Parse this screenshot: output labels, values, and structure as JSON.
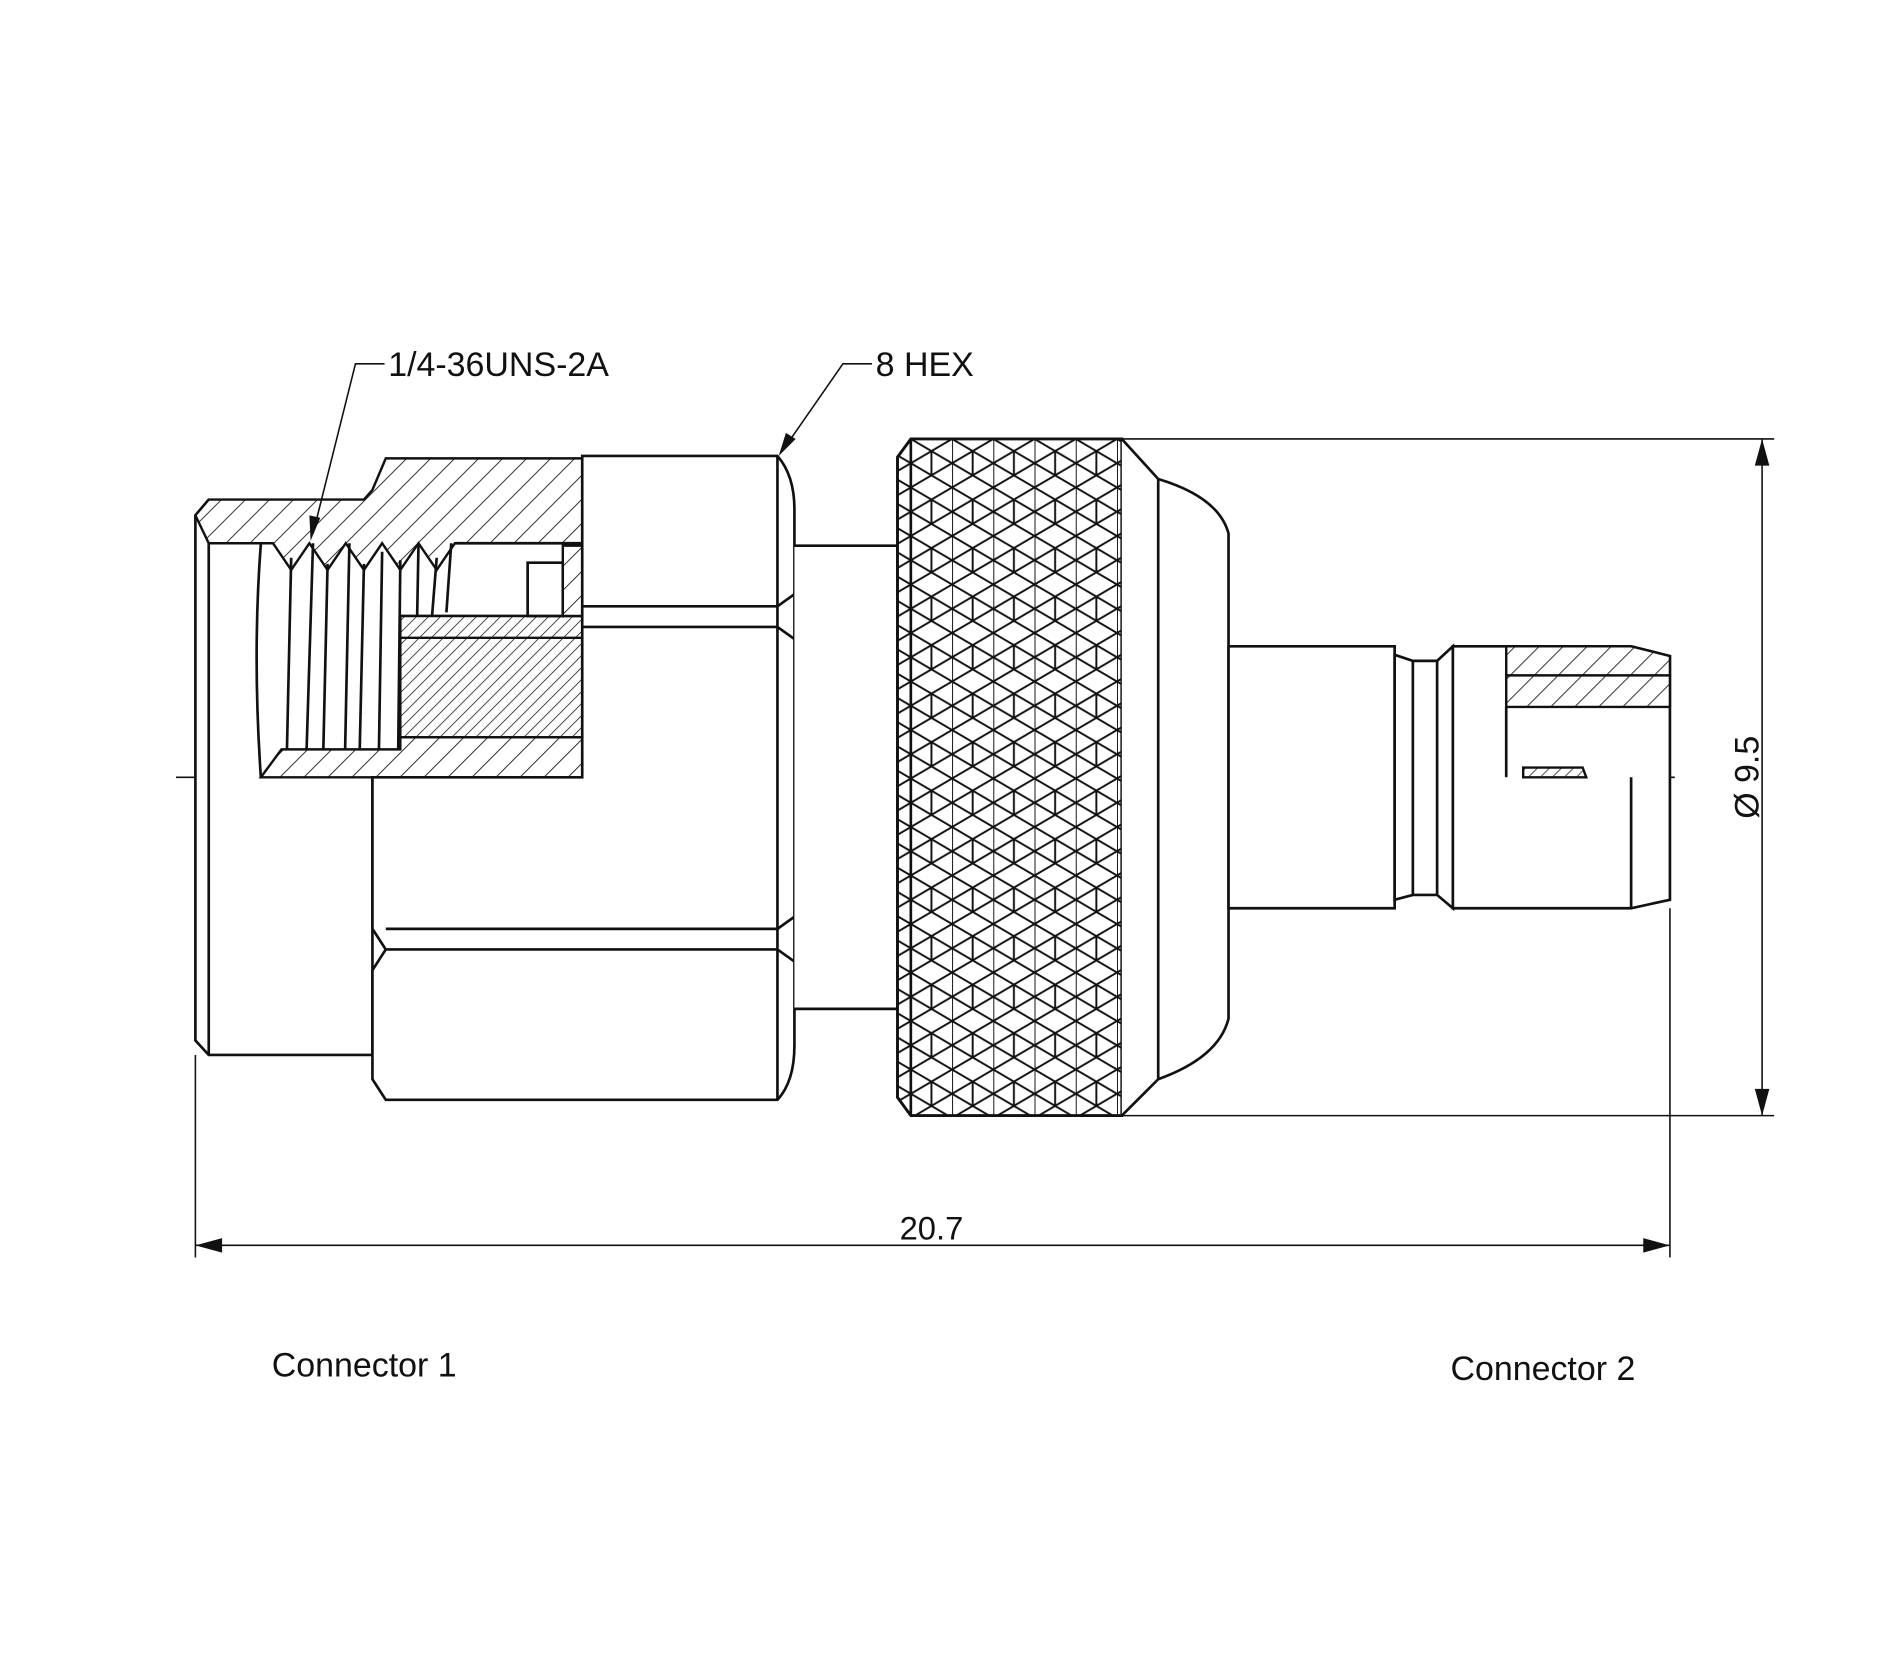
{
  "callouts": {
    "thread": "1/4-36UNS-2A",
    "hex": "8 HEX"
  },
  "dimensions": {
    "overall_length": "20.7",
    "diameter": "Ø 9.5"
  },
  "labels": {
    "connector_1": "Connector 1",
    "connector_2": "Connector 2"
  }
}
